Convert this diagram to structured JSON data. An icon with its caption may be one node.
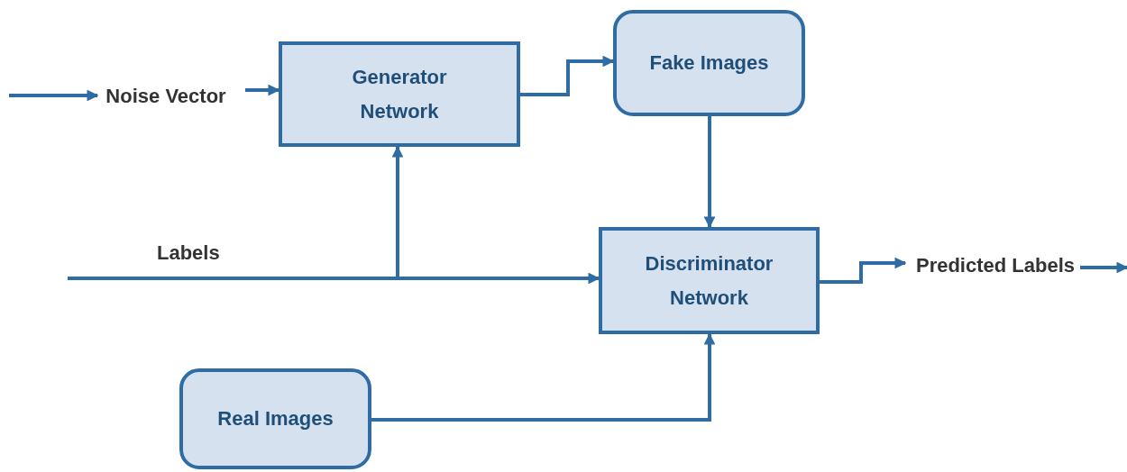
{
  "diagram": {
    "nodes": [
      {
        "text": [
          "Noise Vector"
        ]
      },
      {
        "text": [
          "Generator Network"
        ]
      },
      {
        "text": [
          "Fake Images"
        ]
      },
      {
        "text": [
          "Discriminator Network"
        ]
      },
      {
        "text": [
          "Real Images"
        ]
      },
      {
        "text": [
          "Predicted Labels"
        ]
      }
    ],
    "edges": [
      {
        "from": null,
        "to": 0,
        "arrow": "to"
      },
      {
        "from": 0,
        "to": 1,
        "arrow": "to"
      },
      {
        "from": 1,
        "to": 2,
        "arrow": "to"
      },
      {
        "from": 2,
        "to": 3,
        "arrow": "to"
      },
      {
        "from": null,
        "to": 3,
        "arrow": "to",
        "label": "Labels"
      },
      {
        "from": null,
        "to": 1,
        "arrow": "to"
      },
      {
        "from": 4,
        "to": 3,
        "arrow": "to"
      },
      {
        "from": 3,
        "to": 5,
        "arrow": "to"
      },
      {
        "from": 5,
        "to": null,
        "arrow": "to"
      }
    ]
  }
}
